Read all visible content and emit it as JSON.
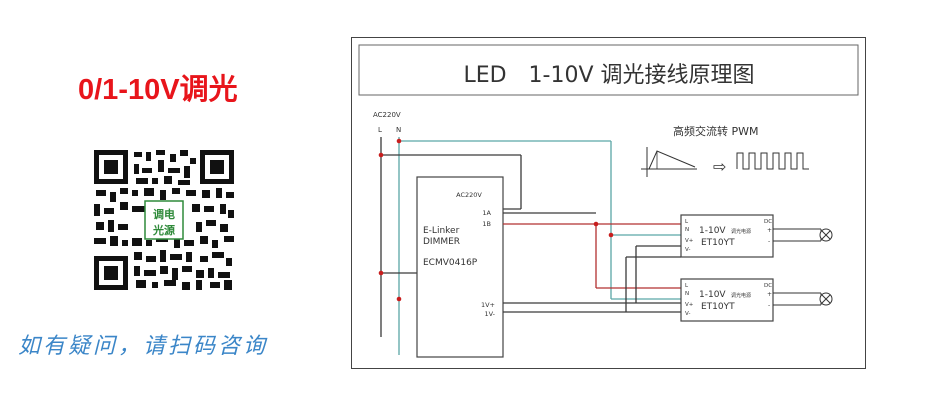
{
  "left": {
    "title": "0/1-10V调光",
    "qr_center_line1": "调电",
    "qr_center_line2": "光源",
    "scan_text": "如有疑问，请扫码咨询"
  },
  "diagram": {
    "title": "LED　1-10V 调光接线原理图",
    "ac_input_label": "AC220V",
    "l_label": "L",
    "n_label": "N",
    "pwm_label": "高频交流转 PWM",
    "dimmer": {
      "ac_label": "AC220V",
      "term_1a": "1A",
      "term_1b": "1B",
      "name_line1": "E-Linker",
      "name_line2": "DIMMER",
      "model": "ECMV0416P",
      "term_1v_plus": "1V+",
      "term_1v_minus": "1V-"
    },
    "drivers": [
      {
        "pins": [
          "L",
          "N",
          "V+",
          "V-"
        ],
        "title": "1-10V",
        "small": "调光电源",
        "model": "ET10YT",
        "dc": "DC",
        "plus": "+",
        "minus": "-"
      },
      {
        "pins": [
          "L",
          "N",
          "V+",
          "V-"
        ],
        "title": "1-10V",
        "small": "调光电源",
        "model": "ET10YT",
        "dc": "DC",
        "plus": "+",
        "minus": "-"
      }
    ],
    "colors": {
      "wire_black": "#3a3a3a",
      "wire_red": "#b23030",
      "wire_teal": "#5aa6a6",
      "dot_red": "#c81e1e"
    }
  }
}
